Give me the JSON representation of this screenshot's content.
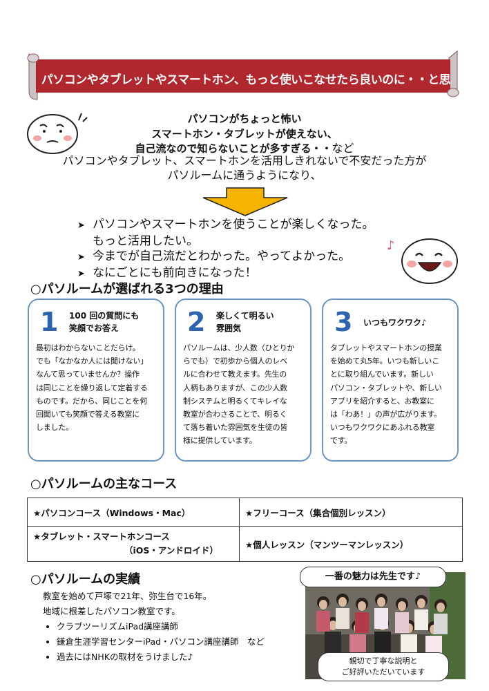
{
  "banner": {
    "text": "パソコンやタブレットやスマートホン、もっと使いこなせたら良いのに・・と思われる方へ"
  },
  "intro": {
    "bold_lines": [
      "パソコンがちょっと怖い",
      "スマートホン・タブレットが使えない、",
      "自己流なので知らないことが多すぎる・・"
    ],
    "bold_suffix": "など",
    "normal_lines": [
      "パソコンやタブレット、スマートホンを活用しきれないで不安だった方が",
      "パソルームに通うようになり、"
    ]
  },
  "benefits": [
    "パソコンやスマートホンを使うことが楽しくなった。",
    "もっと活用したい。",
    "今までが自己流だとわかった。やってよかった。",
    "なにごとにも前向きになった！"
  ],
  "reasons_heading": "○パソルームが選ばれる3つの理由",
  "reasons": [
    {
      "num": "1",
      "title1": "100 回の質問にも",
      "title2": "笑顔でお答え",
      "lines": [
        "最初はわからないことだらけ。",
        "でも「なかなか人には聞けない」",
        "なんて思っていませんか？操作",
        "は同じことを繰り返して定着する",
        "ものです。だから、同じことを何",
        "回聞いても笑顔で答える教室に",
        "しました。"
      ]
    },
    {
      "num": "2",
      "title1": "楽しくて明るい",
      "title2": "雰囲気",
      "lines": [
        "パソルームは、少人数（ひとりか",
        "らでも）で初歩から個人のレベ",
        "ルに合わせて教えます。先生の",
        "人柄もありますが、この少人数",
        "制システムと明るくてキレイな",
        "教室が合わさることで、明るく",
        "て落ち着いた雰囲気を生徒の皆",
        "様に提供しています。"
      ]
    },
    {
      "num": "3",
      "title1": "いつもワクワク♪",
      "title2": "",
      "lines": [
        "タブレットやスマートホンの授業",
        "を始めて丸5年。いつも新しいこ",
        "とに取り組んでいます。新しい",
        "パソコン・タブレットや、新しい",
        "アプリを紹介すると、お教室に",
        "は「わあ！」の声が広がります。",
        "いつもワクワクにあふれる教室",
        "です。"
      ]
    }
  ],
  "courses_heading": "○パソルームの主なコース",
  "courses": {
    "c1": "★パソコンコース（Windows・Mac）",
    "c2": "★フリーコース（集合個別レッスン）",
    "c3a": "★タブレット・スマートホンコース",
    "c3b": "（iOS・アンドロイド）",
    "c4": "★個人レッスン（マンツーマンレッスン）"
  },
  "results_heading": "○パソルームの実績",
  "results": {
    "line1": "教室を始めて戸塚で21年、弥生台で16年。",
    "line2": "地域に根差したパソコン教室です。",
    "items": [
      "クラブツーリズムiPad講座講師",
      "鎌倉生涯学習センターiPad・パソコン講座講師　など",
      "過去にはNHKの取材をうけました♪"
    ]
  },
  "photo": {
    "badge": "一番の魅力は先生です♪",
    "caption1": "親切で丁寧な説明と",
    "caption2": "ご好評いただいています"
  },
  "colors": {
    "banner": "#a8262b",
    "arrow": "#f6b400",
    "card_border": "#6b95c9",
    "number": "#2e63b0"
  }
}
